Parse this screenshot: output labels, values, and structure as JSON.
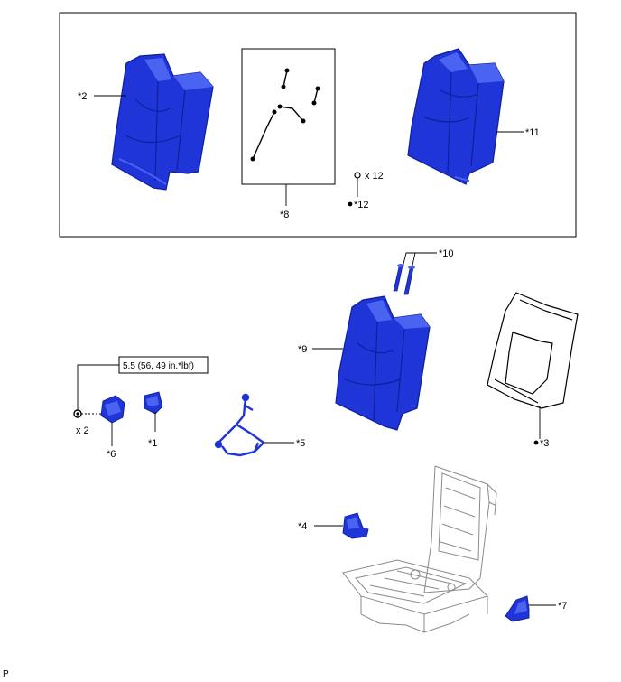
{
  "labels": {
    "p2": "*2",
    "p8": "*8",
    "p11": "*11",
    "p12_qty": "x 12",
    "p12": "*12",
    "p10": "*10",
    "p9": "*9",
    "p3": "*3",
    "p6": "*6",
    "p6_qty": "x 2",
    "p1": "*1",
    "p5": "*5",
    "p4": "*4",
    "p7": "*7"
  },
  "torque": "5.5 (56, 49 in.*lbf)",
  "footer": "P",
  "colors": {
    "part_blue": "#1f35d8",
    "part_blue_dark": "#0f1f9a",
    "part_blue_light": "#4a63f0",
    "line": "#000000",
    "frame_gray": "#8a8a8a"
  }
}
